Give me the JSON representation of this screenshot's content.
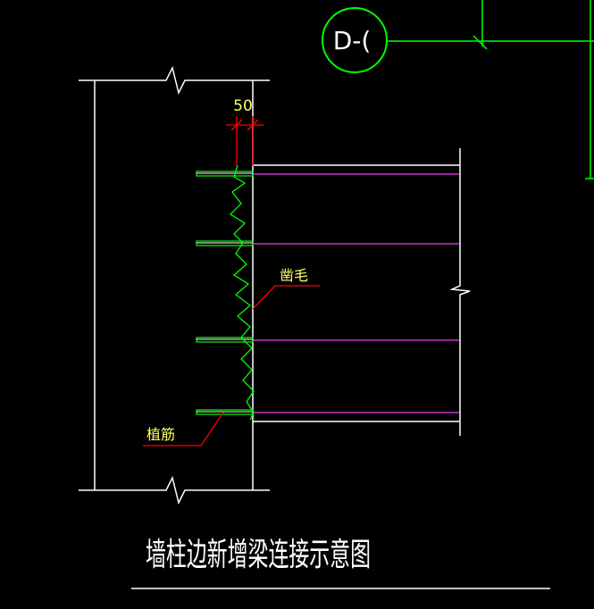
{
  "grid_bubble": {
    "label": "D-("
  },
  "dimension": {
    "value": "50"
  },
  "labels": {
    "roughening": "凿毛",
    "rebar": "植筋"
  },
  "title": "墙柱边新增梁连接示意图",
  "colors": {
    "background": "#000000",
    "outline": "#ffffff",
    "green": "#00ff00",
    "magenta": "#cc33cc",
    "red": "#ff0000",
    "yellow": "#ffff66"
  }
}
